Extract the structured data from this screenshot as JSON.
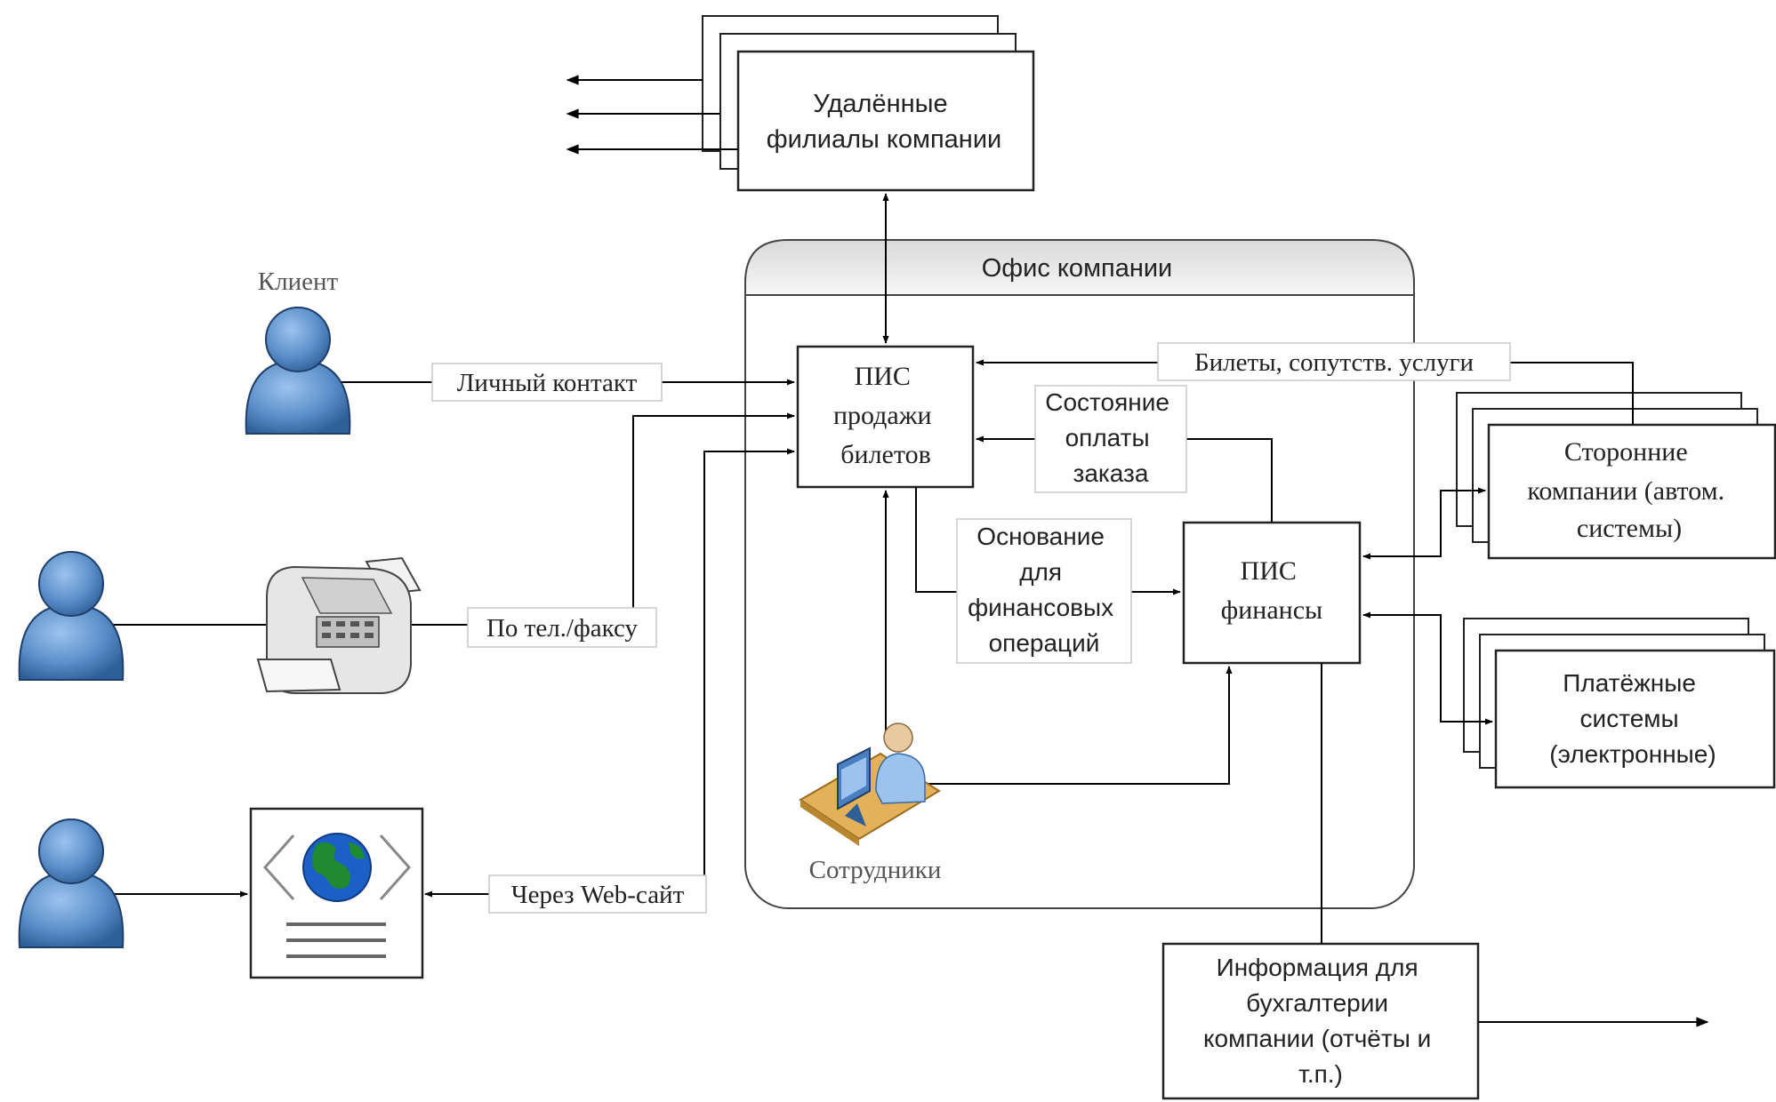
{
  "remote_branches": {
    "lines": [
      "Удалённые",
      "филиалы компании"
    ]
  },
  "office": {
    "title": "Офис компании"
  },
  "client_label": "Клиент",
  "ticket_pis": {
    "lines": [
      "ПИС",
      "продажи",
      "билетов"
    ]
  },
  "finance_pis": {
    "lines": [
      "ПИС",
      "финансы"
    ]
  },
  "third_party": {
    "lines": [
      "Сторонние",
      "компании (автом.",
      "системы)"
    ]
  },
  "payment_systems": {
    "lines": [
      "Платёжные",
      "системы",
      "(электронные)"
    ]
  },
  "accounting": {
    "lines": [
      "Информация для",
      "бухгалтерии",
      "компании (отчёты и",
      "т.п.)"
    ]
  },
  "staff_label": "Сотрудники",
  "edge_labels": {
    "personal_contact": "Личный контакт",
    "phone_fax": "По тел./факсу",
    "website": "Через Web-сайт",
    "tickets_services": "Билеты, сопутств. услуги",
    "payment_status": [
      "Состояние",
      "оплаты",
      "заказа"
    ],
    "finance_basis": [
      "Основание",
      "для",
      "финансовых",
      "операций"
    ]
  },
  "colors": {
    "person": "#5b8fc9",
    "person_dark": "#2f5f99",
    "globe_water": "#1c5fc7",
    "globe_land": "#1f8a2f",
    "line": "#000000",
    "label_border": "#c8c8c8"
  },
  "icons": [
    "person-icon",
    "fax-icon",
    "website-icon",
    "employee-workstation-icon"
  ]
}
